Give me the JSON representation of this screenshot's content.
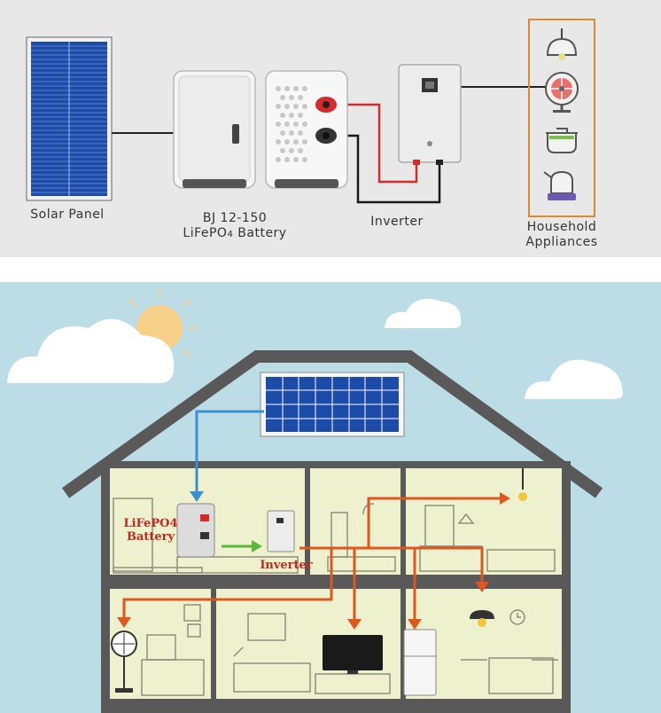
{
  "top_diagram": {
    "solar_panel_label": "Solar Panel",
    "battery_label_line1": "BJ 12-150",
    "battery_label_line2_prefix": "LiFePO",
    "battery_label_line2_sub": "4",
    "battery_label_line2_suffix": " Battery",
    "inverter_label": "Inverter",
    "appliances_label_line1": "Household",
    "appliances_label_line2": "Appliances"
  },
  "house_diagram": {
    "battery_label_line1": "LiFePO4",
    "battery_label_line2": "Battery",
    "inverter_label": "Inverter"
  },
  "colors": {
    "dc_positive": "#d42a2a",
    "dc_negative": "#1a1a1a",
    "solar_flow": "#3a8fd0",
    "battery_flow": "#5cb83c",
    "ac_flow": "#e0561f",
    "appliance_frame": "#e08a2c",
    "house_label": "#c0281f"
  }
}
